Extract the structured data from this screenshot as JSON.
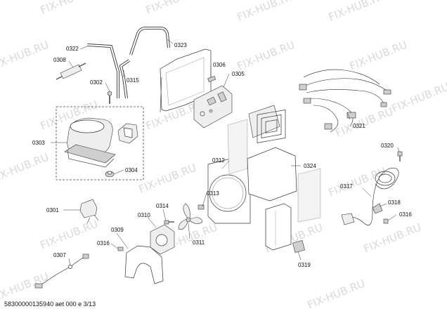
{
  "watermark": "FIX-HUB.RU",
  "footer": "58300000135940 aet 000 e 3/13",
  "parts": {
    "p0301": "0301",
    "p0302": "0302",
    "p0303": "0303",
    "p0304": "0304",
    "p0305": "0305",
    "p0306": "0306",
    "p0307": "0307",
    "p0308": "0308",
    "p0309": "0309",
    "p0310": "0310",
    "p0311": "0311",
    "p0312": "0312",
    "p0313": "0313",
    "p0314": "0314",
    "p0315": "0315",
    "p0316a": "0316",
    "p0316b": "0316",
    "p0317": "0317",
    "p0318": "0318",
    "p0319": "0319",
    "p0320": "0320",
    "p0321": "0321",
    "p0322": "0322",
    "p0323": "0323",
    "p0324": "0324"
  }
}
